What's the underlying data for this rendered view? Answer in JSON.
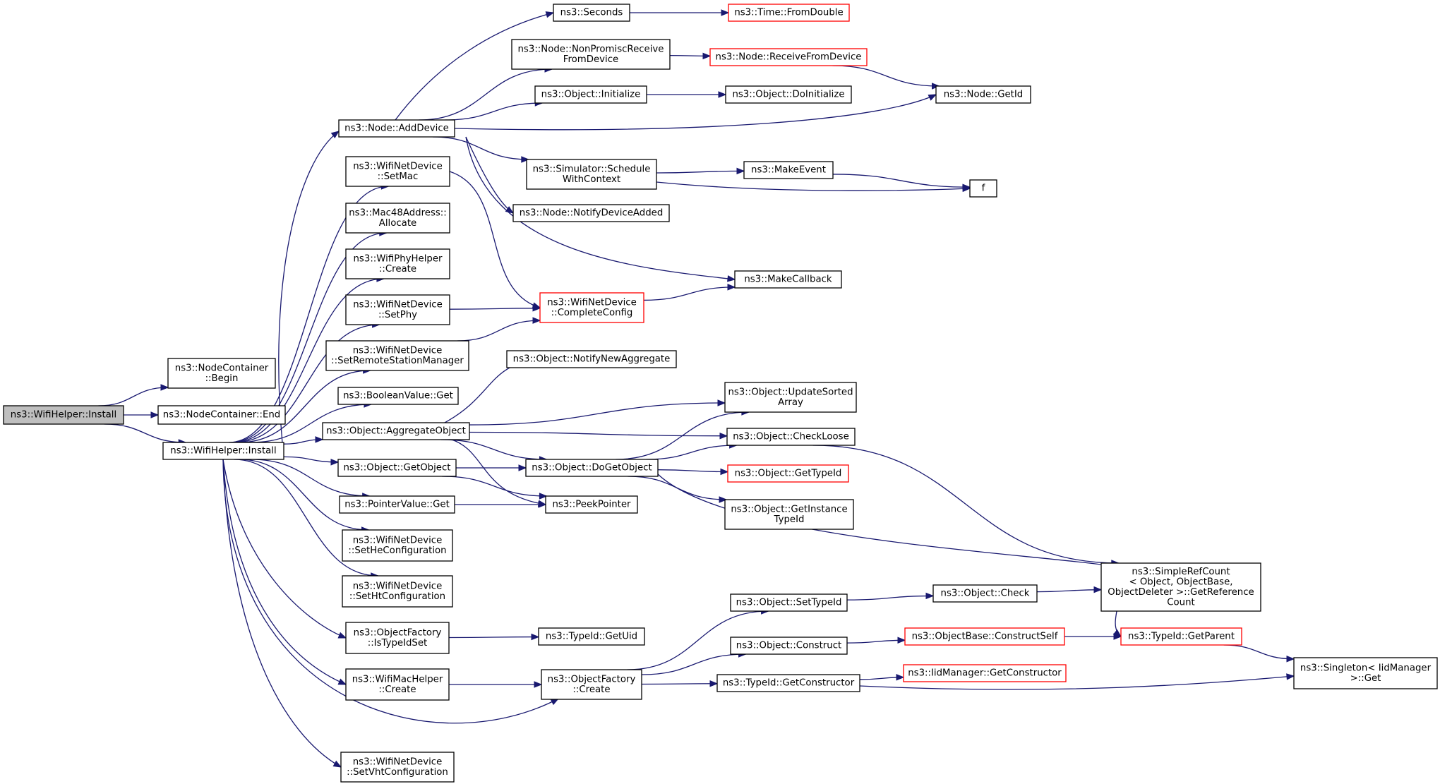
{
  "diagram": {
    "colors": {
      "edge": "#191970",
      "node_border": "#000000",
      "node_border_external": "#ff0000",
      "root_fill": "#bfbfbf"
    },
    "nodes": [
      {
        "id": "root",
        "lines": [
          "ns3::WifiHelper::Install"
        ],
        "style": "root"
      },
      {
        "id": "nc_begin",
        "lines": [
          "ns3::NodeContainer",
          "::Begin"
        ]
      },
      {
        "id": "nc_end",
        "lines": [
          "ns3::NodeContainer::End"
        ]
      },
      {
        "id": "wh_install",
        "lines": [
          "ns3::WifiHelper::Install"
        ]
      },
      {
        "id": "add_device",
        "lines": [
          "ns3::Node::AddDevice"
        ]
      },
      {
        "id": "set_mac",
        "lines": [
          "ns3::WifiNetDevice",
          "::SetMac"
        ]
      },
      {
        "id": "mac48",
        "lines": [
          "ns3::Mac48Address::",
          "Allocate"
        ]
      },
      {
        "id": "phy_create",
        "lines": [
          "ns3::WifiPhyHelper",
          "::Create"
        ]
      },
      {
        "id": "set_phy",
        "lines": [
          "ns3::WifiNetDevice",
          "::SetPhy"
        ]
      },
      {
        "id": "set_rsm",
        "lines": [
          "ns3::WifiNetDevice",
          "::SetRemoteStationManager"
        ]
      },
      {
        "id": "bool_get",
        "lines": [
          "ns3::BooleanValue::Get"
        ]
      },
      {
        "id": "agg_obj",
        "lines": [
          "ns3::Object::AggregateObject"
        ]
      },
      {
        "id": "get_obj",
        "lines": [
          "ns3::Object::GetObject"
        ]
      },
      {
        "id": "ptr_get",
        "lines": [
          "ns3::PointerValue::Get"
        ]
      },
      {
        "id": "set_he",
        "lines": [
          "ns3::WifiNetDevice",
          "::SetHeConfiguration"
        ]
      },
      {
        "id": "set_ht",
        "lines": [
          "ns3::WifiNetDevice",
          "::SetHtConfiguration"
        ]
      },
      {
        "id": "of_istid",
        "lines": [
          "ns3::ObjectFactory",
          "::IsTypeIdSet"
        ]
      },
      {
        "id": "mac_create",
        "lines": [
          "ns3::WifiMacHelper",
          "::Create"
        ]
      },
      {
        "id": "set_vht",
        "lines": [
          "ns3::WifiNetDevice",
          "::SetVhtConfiguration"
        ]
      },
      {
        "id": "seconds",
        "lines": [
          "ns3::Seconds"
        ]
      },
      {
        "id": "nonpromisc",
        "lines": [
          "ns3::Node::NonPromiscReceive",
          "FromDevice"
        ]
      },
      {
        "id": "obj_init",
        "lines": [
          "ns3::Object::Initialize"
        ]
      },
      {
        "id": "sched_ctx",
        "lines": [
          "ns3::Simulator::Schedule",
          "WithContext"
        ]
      },
      {
        "id": "notify_added",
        "lines": [
          "ns3::Node::NotifyDeviceAdded"
        ]
      },
      {
        "id": "complete_cfg",
        "lines": [
          "ns3::WifiNetDevice",
          "::CompleteConfig"
        ],
        "style": "red"
      },
      {
        "id": "notify_agg",
        "lines": [
          "ns3::Object::NotifyNewAggregate"
        ]
      },
      {
        "id": "do_get_obj",
        "lines": [
          "ns3::Object::DoGetObject"
        ]
      },
      {
        "id": "peek_ptr",
        "lines": [
          "ns3::PeekPointer"
        ]
      },
      {
        "id": "tid_getuid",
        "lines": [
          "ns3::TypeId::GetUid"
        ]
      },
      {
        "id": "of_create",
        "lines": [
          "ns3::ObjectFactory",
          "::Create"
        ]
      },
      {
        "id": "from_double",
        "lines": [
          "ns3::Time::FromDouble"
        ],
        "style": "red"
      },
      {
        "id": "recv_from_dev",
        "lines": [
          "ns3::Node::ReceiveFromDevice"
        ],
        "style": "red"
      },
      {
        "id": "do_init",
        "lines": [
          "ns3::Object::DoInitialize"
        ]
      },
      {
        "id": "make_event",
        "lines": [
          "ns3::MakeEvent"
        ]
      },
      {
        "id": "make_cb",
        "lines": [
          "ns3::MakeCallback"
        ]
      },
      {
        "id": "upd_sorted",
        "lines": [
          "ns3::Object::UpdateSorted",
          "Array"
        ]
      },
      {
        "id": "check_loose",
        "lines": [
          "ns3::Object::CheckLoose"
        ]
      },
      {
        "id": "get_typeid",
        "lines": [
          "ns3::Object::GetTypeId"
        ],
        "style": "red"
      },
      {
        "id": "get_inst_tid",
        "lines": [
          "ns3::Object::GetInstance",
          "TypeId"
        ]
      },
      {
        "id": "set_typeid",
        "lines": [
          "ns3::Object::SetTypeId"
        ]
      },
      {
        "id": "construct",
        "lines": [
          "ns3::Object::Construct"
        ]
      },
      {
        "id": "tid_getctor",
        "lines": [
          "ns3::TypeId::GetConstructor"
        ]
      },
      {
        "id": "node_getid",
        "lines": [
          "ns3::Node::GetId"
        ]
      },
      {
        "id": "f",
        "lines": [
          "f"
        ]
      },
      {
        "id": "obj_check",
        "lines": [
          "ns3::Object::Check"
        ]
      },
      {
        "id": "objbase_construct",
        "lines": [
          "ns3::ObjectBase::ConstructSelf"
        ],
        "style": "red"
      },
      {
        "id": "iid_getctor",
        "lines": [
          "ns3::IidManager::GetConstructor"
        ],
        "style": "red"
      },
      {
        "id": "simple_ref",
        "lines": [
          "ns3::SimpleRefCount",
          "< Object, ObjectBase,",
          " ObjectDeleter >::GetReference",
          "Count"
        ]
      },
      {
        "id": "tid_getparent",
        "lines": [
          "ns3::TypeId::GetParent"
        ],
        "style": "red"
      },
      {
        "id": "singleton_get",
        "lines": [
          "ns3::Singleton< IidManager",
          " >::Get"
        ]
      }
    ],
    "edges": [
      [
        "root",
        "nc_begin"
      ],
      [
        "root",
        "nc_end"
      ],
      [
        "root",
        "wh_install"
      ],
      [
        "wh_install",
        "add_device"
      ],
      [
        "wh_install",
        "set_mac"
      ],
      [
        "wh_install",
        "mac48"
      ],
      [
        "wh_install",
        "phy_create"
      ],
      [
        "wh_install",
        "set_phy"
      ],
      [
        "wh_install",
        "set_rsm"
      ],
      [
        "wh_install",
        "bool_get"
      ],
      [
        "wh_install",
        "agg_obj"
      ],
      [
        "wh_install",
        "get_obj"
      ],
      [
        "wh_install",
        "ptr_get"
      ],
      [
        "wh_install",
        "set_he"
      ],
      [
        "wh_install",
        "set_ht"
      ],
      [
        "wh_install",
        "of_istid"
      ],
      [
        "wh_install",
        "mac_create"
      ],
      [
        "wh_install",
        "set_vht"
      ],
      [
        "wh_install",
        "of_create"
      ],
      [
        "add_device",
        "seconds"
      ],
      [
        "add_device",
        "nonpromisc"
      ],
      [
        "add_device",
        "obj_init"
      ],
      [
        "add_device",
        "node_getid"
      ],
      [
        "add_device",
        "sched_ctx"
      ],
      [
        "add_device",
        "notify_added"
      ],
      [
        "add_device",
        "make_cb"
      ],
      [
        "seconds",
        "from_double"
      ],
      [
        "nonpromisc",
        "recv_from_dev"
      ],
      [
        "recv_from_dev",
        "node_getid"
      ],
      [
        "obj_init",
        "do_init"
      ],
      [
        "sched_ctx",
        "make_event"
      ],
      [
        "sched_ctx",
        "f"
      ],
      [
        "make_event",
        "f"
      ],
      [
        "set_mac",
        "complete_cfg"
      ],
      [
        "set_phy",
        "complete_cfg"
      ],
      [
        "set_rsm",
        "complete_cfg"
      ],
      [
        "complete_cfg",
        "make_cb"
      ],
      [
        "agg_obj",
        "notify_agg"
      ],
      [
        "agg_obj",
        "upd_sorted"
      ],
      [
        "agg_obj",
        "check_loose"
      ],
      [
        "agg_obj",
        "do_get_obj"
      ],
      [
        "agg_obj",
        "peek_ptr"
      ],
      [
        "get_obj",
        "do_get_obj"
      ],
      [
        "get_obj",
        "peek_ptr"
      ],
      [
        "ptr_get",
        "peek_ptr"
      ],
      [
        "do_get_obj",
        "upd_sorted"
      ],
      [
        "do_get_obj",
        "check_loose"
      ],
      [
        "do_get_obj",
        "get_typeid"
      ],
      [
        "do_get_obj",
        "get_inst_tid"
      ],
      [
        "do_get_obj",
        "tid_getparent"
      ],
      [
        "check_loose",
        "simple_ref"
      ],
      [
        "of_istid",
        "tid_getuid"
      ],
      [
        "mac_create",
        "of_create"
      ],
      [
        "of_create",
        "set_typeid"
      ],
      [
        "of_create",
        "construct"
      ],
      [
        "of_create",
        "tid_getctor"
      ],
      [
        "set_typeid",
        "obj_check"
      ],
      [
        "obj_check",
        "simple_ref"
      ],
      [
        "construct",
        "objbase_construct"
      ],
      [
        "objbase_construct",
        "tid_getparent"
      ],
      [
        "tid_getctor",
        "iid_getctor"
      ],
      [
        "tid_getctor",
        "singleton_get"
      ],
      [
        "tid_getparent",
        "singleton_get"
      ]
    ]
  }
}
